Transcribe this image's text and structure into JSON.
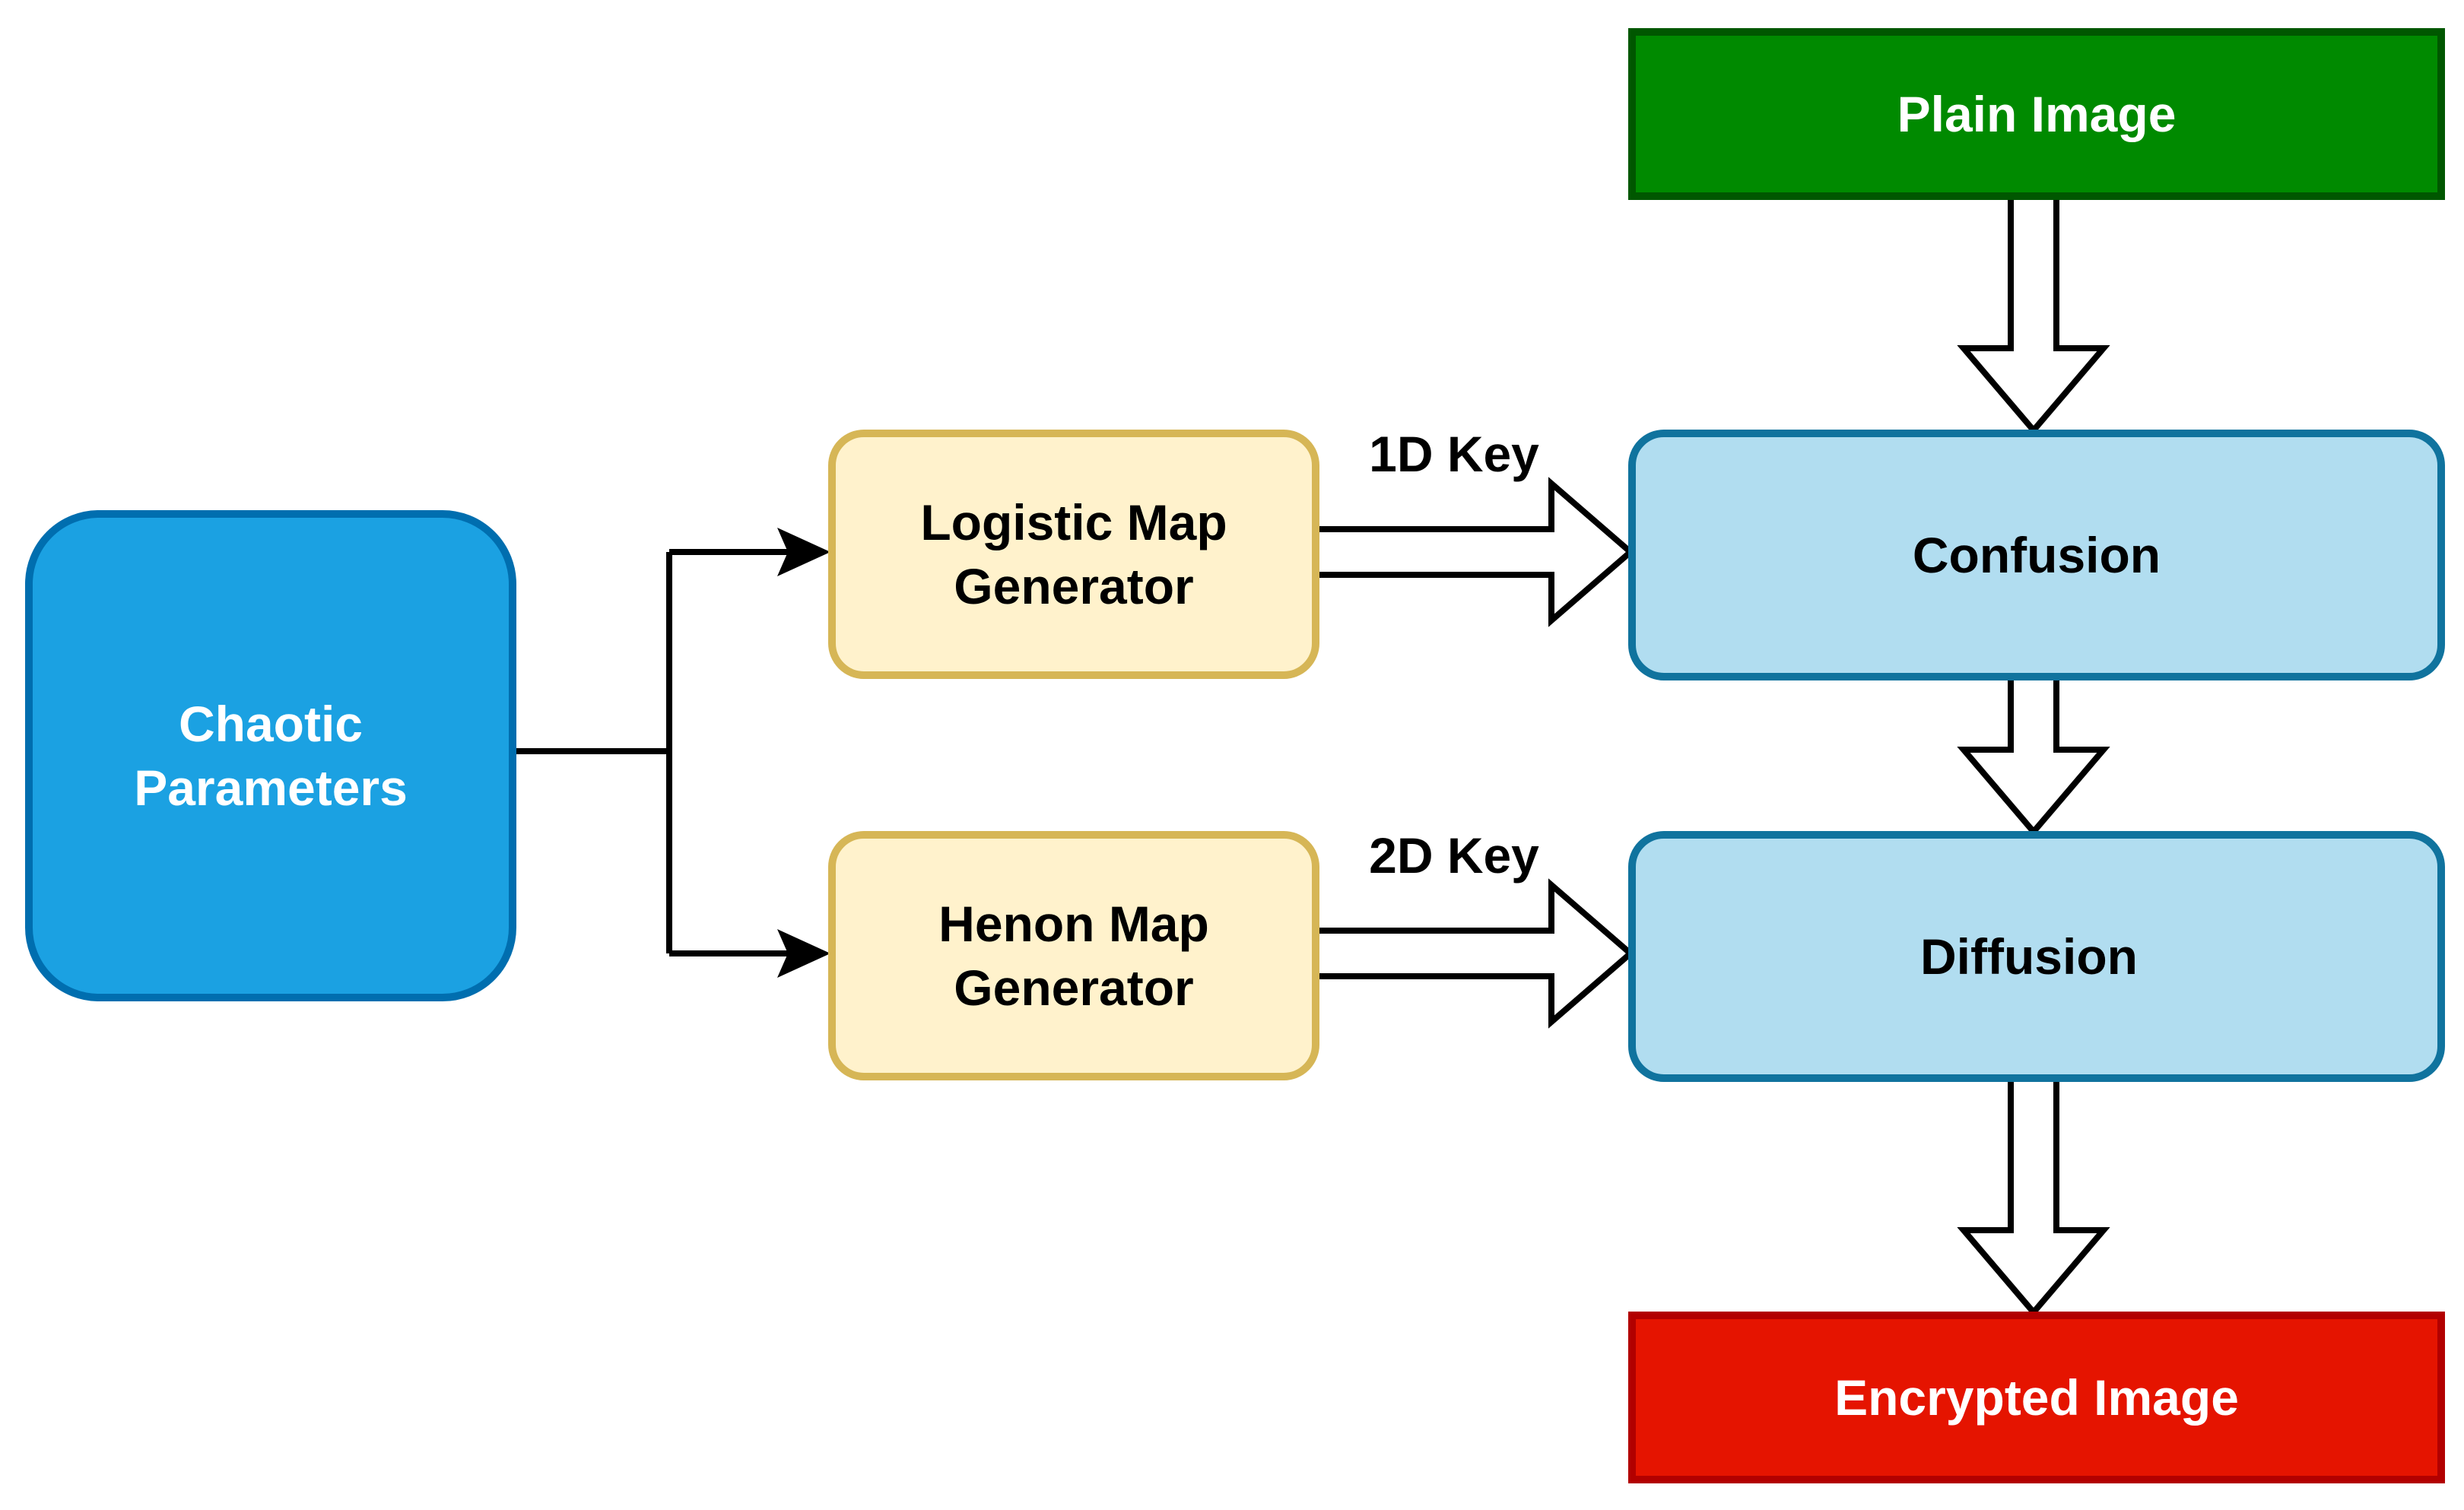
{
  "nodes": {
    "chaotic_parameters": {
      "lines": [
        "Chaotic",
        "Parameters"
      ],
      "fill": "#1ba1e2",
      "stroke": "#006eaf",
      "text_color": "#ffffff"
    },
    "logistic_map_generator": {
      "lines": [
        "Logistic Map",
        "Generator"
      ],
      "fill": "#fff2cc",
      "stroke": "#d6b656",
      "text_color": "#000000"
    },
    "henon_map_generator": {
      "lines": [
        "Henon Map",
        "Generator"
      ],
      "fill": "#fff2cc",
      "stroke": "#d6b656",
      "text_color": "#000000"
    },
    "plain_image": {
      "lines": [
        "Plain Image"
      ],
      "fill": "#008a00",
      "stroke": "#005700",
      "text_color": "#ffffff"
    },
    "confusion": {
      "lines": [
        "Confusion"
      ],
      "fill": "#b1ddf0",
      "stroke": "#10739e",
      "text_color": "#000000"
    },
    "diffusion": {
      "lines": [
        "Diffusion"
      ],
      "fill": "#b1ddf0",
      "stroke": "#10739e",
      "text_color": "#000000"
    },
    "encrypted_image": {
      "lines": [
        "Encrypted Image"
      ],
      "fill": "#e51400",
      "stroke": "#b20000",
      "text_color": "#ffffff"
    }
  },
  "edge_labels": {
    "key_1d": "1D Key",
    "key_2d": "2D Key"
  }
}
